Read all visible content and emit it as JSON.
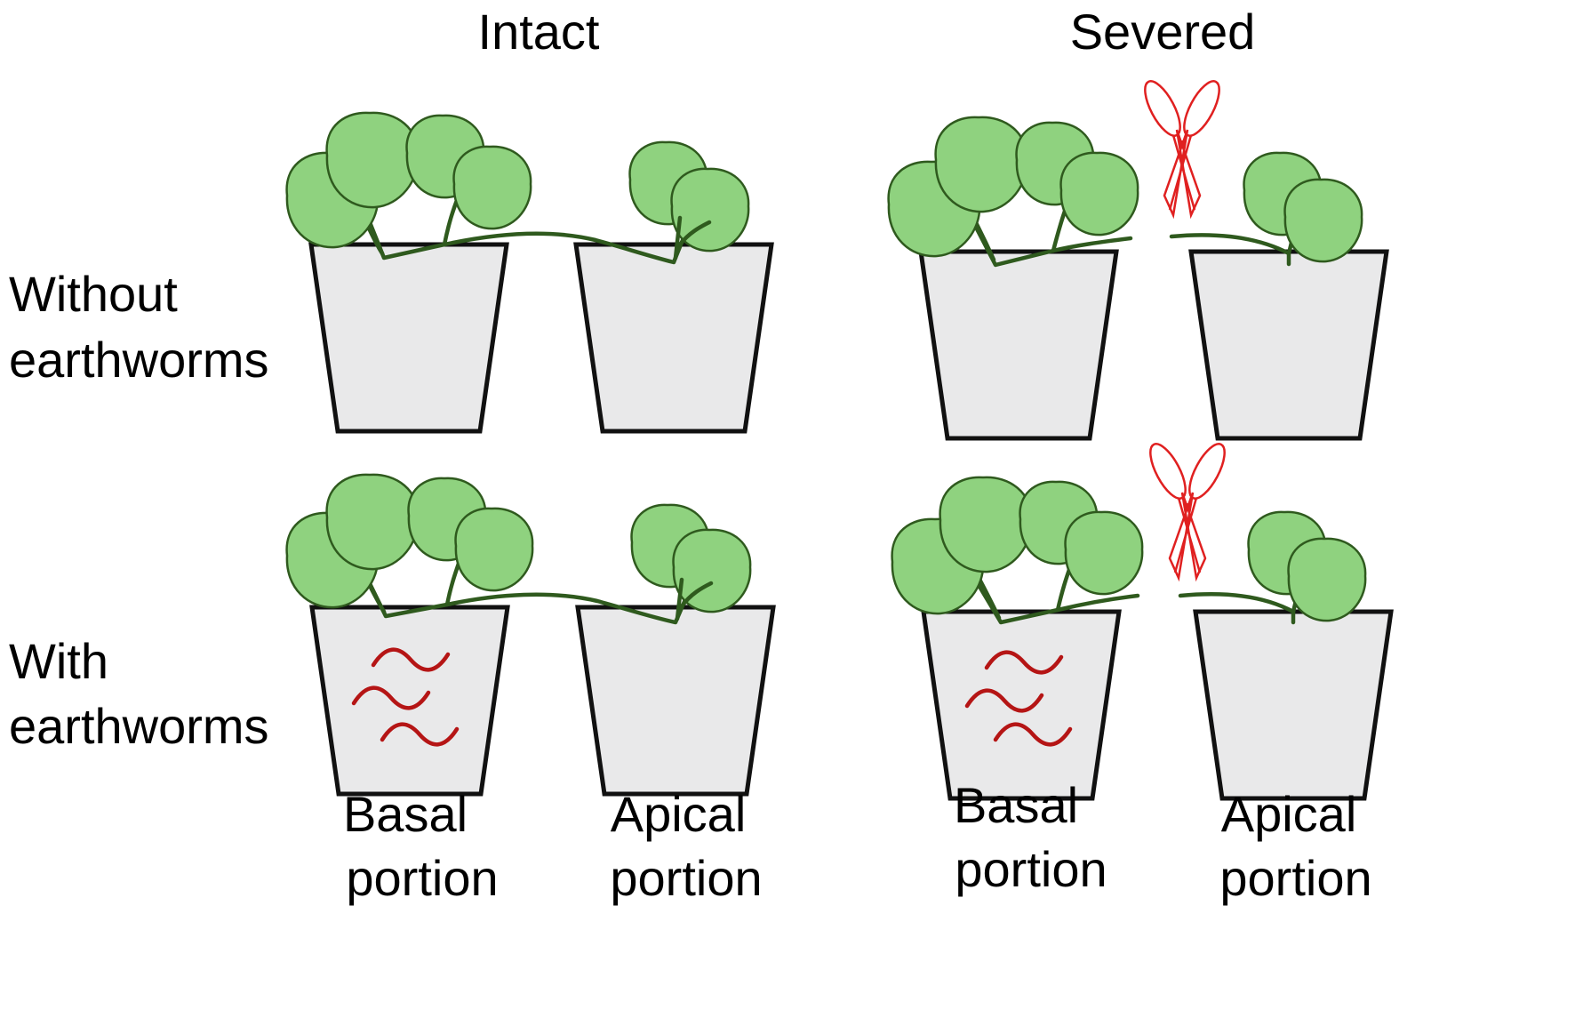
{
  "columns": {
    "intact": "Intact",
    "severed": "Severed"
  },
  "rows": {
    "without": [
      "Without",
      "earthworms"
    ],
    "with": [
      "With",
      "earthworms"
    ]
  },
  "pots": {
    "basal": [
      "Basal",
      "portion"
    ],
    "apical": [
      "Apical",
      "portion"
    ]
  },
  "colors": {
    "leaf_fill": "#8fd27f",
    "leaf_stroke": "#2f5a1e",
    "stem": "#2f5a1e",
    "pot_fill": "#e9e9ea",
    "pot_stroke": "#111111",
    "earthworm": "#b51515",
    "scissors": "#e02020"
  },
  "icons": {
    "scissors": "scissors-icon",
    "earthworm": "earthworm-icon",
    "pot": "pot-icon",
    "leaf": "leaf-icon"
  }
}
